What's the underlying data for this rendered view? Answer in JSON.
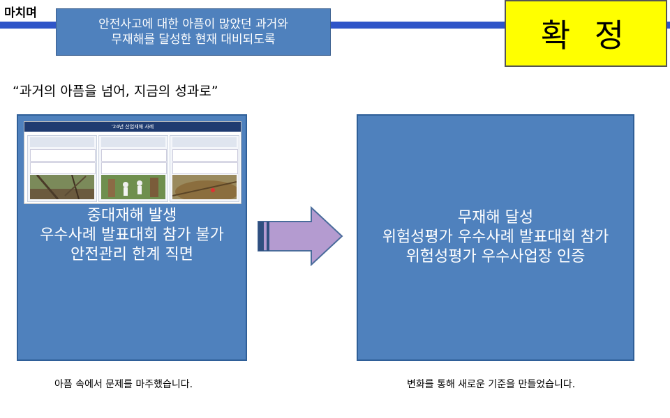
{
  "header": {
    "section_tag": "마치며",
    "subtitle_line1": "안전사고에 대한 아픔이 많았던 과거와",
    "subtitle_line2": "무재해를 달성한 현재 대비되도록",
    "badge": "확 정"
  },
  "quote": "“과거의 아픔을 넘어, 지금의 성과로”",
  "left_panel": {
    "thumbnail_title": "'24년 산업재해 사례",
    "lines": [
      "중대재해 발생",
      "우수사례 발표대회 참가 불가",
      "안전관리 한계 직면"
    ]
  },
  "right_panel": {
    "lines": [
      "무재해 달성",
      "위험성평가 우수사례 발표대회 참가",
      "위험성평가 우수사업장 인증"
    ]
  },
  "captions": {
    "left": "아픔 속에서 문제를 마주했습니다.",
    "right": "변화를 통해 새로운 기준을 만들었습니다."
  },
  "colors": {
    "panel_blue": "#4f81bd",
    "badge_yellow": "#ffff00",
    "arrow_fill": "#b49bd0",
    "top_bar": "#2f55c8"
  }
}
